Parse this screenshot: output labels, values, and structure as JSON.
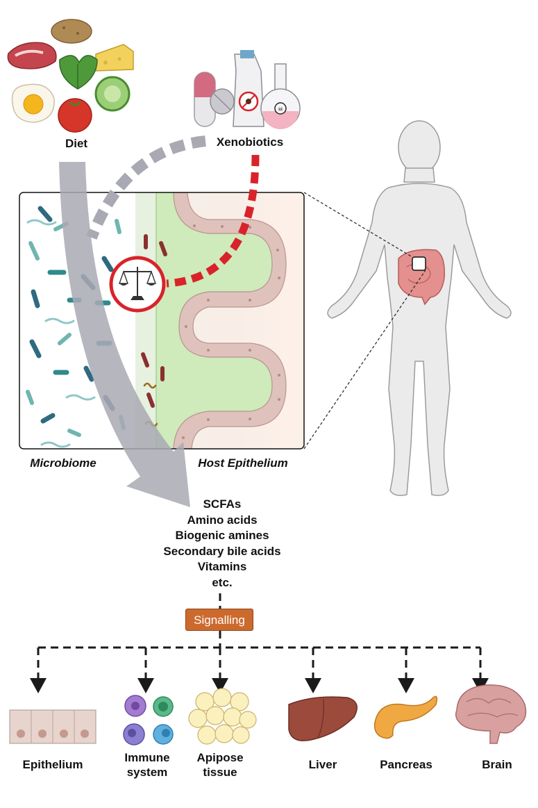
{
  "inputs": {
    "diet_label": "Diet",
    "xenobiotics_label": "Xenobiotics"
  },
  "panel": {
    "microbiome_label": "Microbiome",
    "host_label": "Host Epithelium"
  },
  "metabolites": [
    "SCFAs",
    "Amino acids",
    "Biogenic amines",
    "Secondary bile acids",
    "Vitamins",
    "etc."
  ],
  "signalling_label": "Signalling",
  "targets": [
    {
      "id": "epithelium",
      "label": "Epithelium"
    },
    {
      "id": "immune",
      "label": "Immune\nsystem"
    },
    {
      "id": "adipose",
      "label": "Apipose\ntissue"
    },
    {
      "id": "liver",
      "label": "Liver"
    },
    {
      "id": "pancreas",
      "label": "Pancreas"
    },
    {
      "id": "brain",
      "label": "Brain"
    }
  ],
  "colors": {
    "diet_arrow": "#a9a9b4",
    "xenobiotic_arrow": "#d8232a",
    "signalling_box": "#cc6a2e",
    "epithelium_fill": "#e0c2bc",
    "lumen_green": "#cfeabb",
    "host_bg": "#fbeee4"
  }
}
